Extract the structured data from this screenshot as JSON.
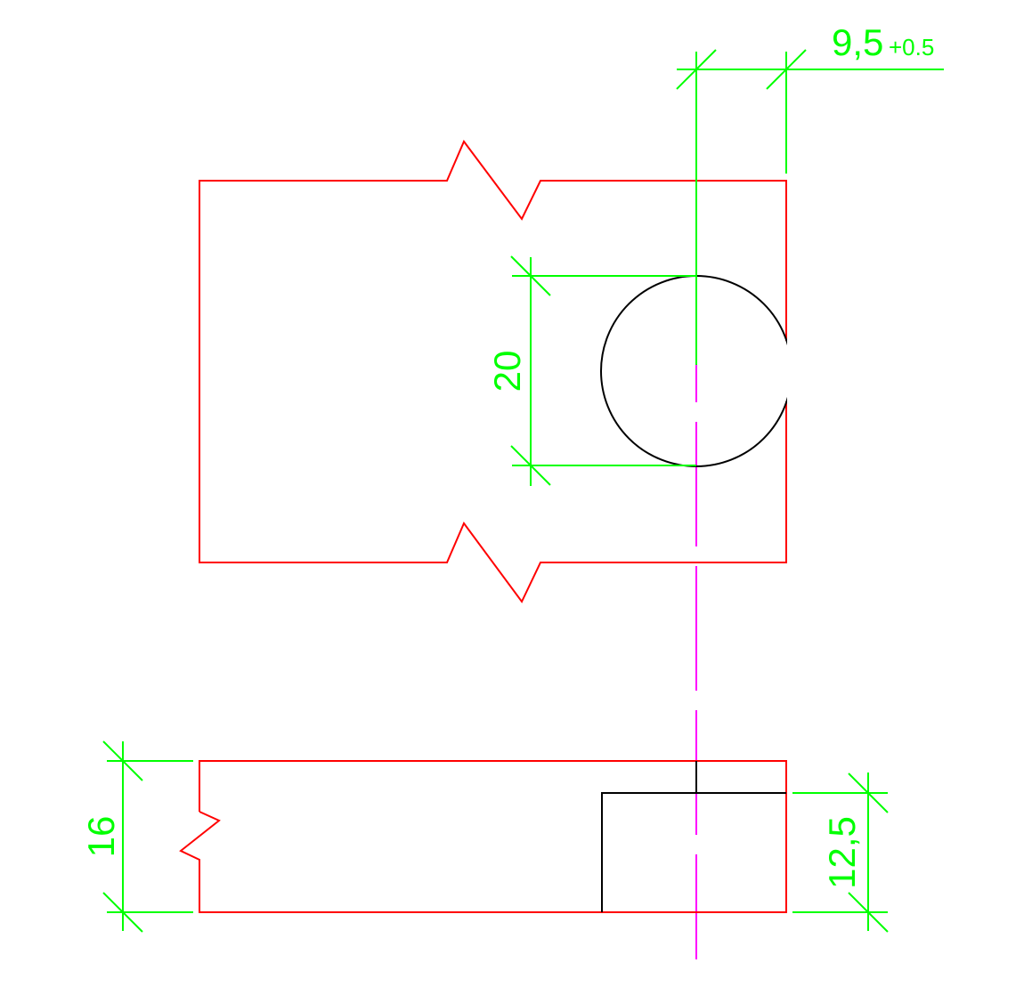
{
  "colors": {
    "outline": "#ff0000",
    "hidden": "#000000",
    "dimension": "#00ff00",
    "centerline": "#ff00ff",
    "background": "#ffffff"
  },
  "dimensions": {
    "offset": {
      "value": "9,5",
      "tolerance": "+0.5"
    },
    "hole_diameter": {
      "value": "20"
    },
    "thickness": {
      "value": "16"
    },
    "depth": {
      "value": "12,5"
    }
  }
}
